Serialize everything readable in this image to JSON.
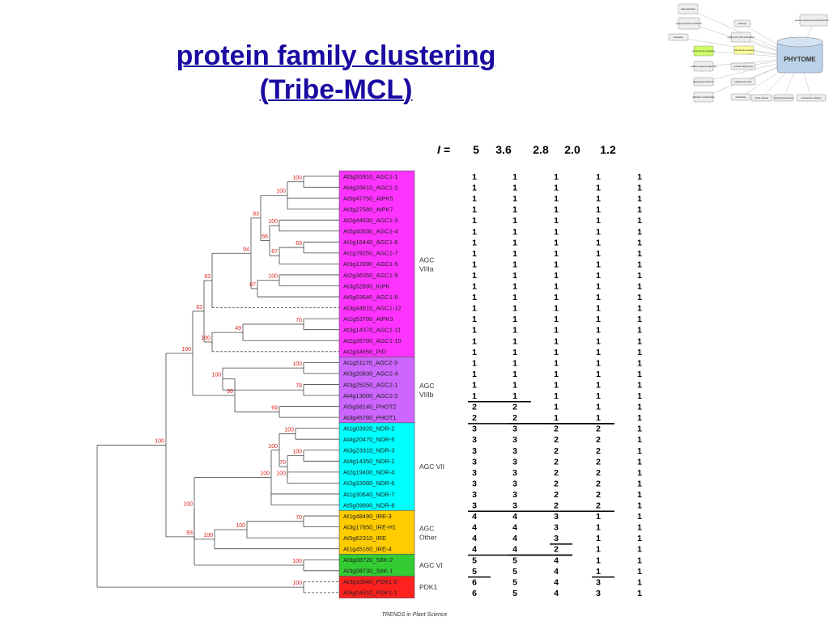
{
  "slide": {
    "title_line1": "protein family clustering",
    "title_line2": "(Tribe-MCL)"
  },
  "overview": {
    "center_label": "PHYTOME",
    "boxes": [
      "data acquisition",
      "protein sequence prediction",
      "annotation",
      "protein family clustering",
      "multiple sequence alignment",
      "phylogenetic inference",
      "definition of subfamilies",
      "orthologs",
      "superfamilies families",
      "multiple tree TMS information",
      "synthetic alignments",
      "phylogenetic trees",
      "subfamilies",
      "ortholog phylogenies",
      "species-species genomic/physical maps",
      "dn/ds analysis",
      "comparative mapping"
    ]
  },
  "tree": {
    "groups": [
      {
        "label": "AGC\nVIIIa",
        "color": "#ff33ff"
      },
      {
        "label": "AGC\nVIIIb",
        "color": "#cc66ff"
      },
      {
        "label": "AGC VII",
        "color": "#00ffff"
      },
      {
        "label": "AGC\nOther",
        "color": "#ffcc00"
      },
      {
        "label": "AGC VI",
        "color": "#33cc33"
      },
      {
        "label": "PDK1",
        "color": "#ff2020"
      }
    ],
    "leaves": [
      {
        "name": "At5g55910_AGC1-1",
        "g": 0
      },
      {
        "name": "At4g26610_AGC1-2",
        "g": 0
      },
      {
        "name": "At5g47750_AtPK5",
        "g": 0
      },
      {
        "name": "At3g27580_AtPK7",
        "g": 0
      },
      {
        "name": "At2g44830_AGC1-3",
        "g": 0
      },
      {
        "name": "At5g40030_AGC1-4",
        "g": 0
      },
      {
        "name": "At1g16440_AGC1-6",
        "g": 0
      },
      {
        "name": "At1g79250_AGC1-7",
        "g": 0
      },
      {
        "name": "At3g12690_AGC1-5",
        "g": 0
      },
      {
        "name": "At2g36350_AGC1-9",
        "g": 0
      },
      {
        "name": "At3g52890_KIPK",
        "g": 0
      },
      {
        "name": "At5g03640_AGC1-8",
        "g": 0
      },
      {
        "name": "At3g44610_AGC1-12",
        "g": 0
      },
      {
        "name": "At1g53700_AtPK3",
        "g": 0
      },
      {
        "name": "At3g14370_AGC1-11",
        "g": 0
      },
      {
        "name": "At2g26700_AGC1-10",
        "g": 0
      },
      {
        "name": "At2g34650_PID",
        "g": 0
      },
      {
        "name": "At1g51170_AGC2-3",
        "g": 1
      },
      {
        "name": "At3g20830_AGC2-4",
        "g": 1
      },
      {
        "name": "At3g25250_AGC2-1",
        "g": 1
      },
      {
        "name": "At4g13000_AGC2-2",
        "g": 1
      },
      {
        "name": "At5g58140_PHOT2",
        "g": 1
      },
      {
        "name": "At3g45780_PHOT1",
        "g": 1
      },
      {
        "name": "At1g03920_NDR-2",
        "g": 2
      },
      {
        "name": "At4g20470_NDR-5",
        "g": 2
      },
      {
        "name": "At3g23310_NDR-3",
        "g": 2
      },
      {
        "name": "At4g14350_NDR-1",
        "g": 2
      },
      {
        "name": "At2g19400_NDR-4",
        "g": 2
      },
      {
        "name": "At2g33080_NDR-6",
        "g": 2
      },
      {
        "name": "At1g30640_NDR-7",
        "g": 2
      },
      {
        "name": "At5g09890_NDR-8",
        "g": 2
      },
      {
        "name": "At1g48490_IRE-3",
        "g": 3
      },
      {
        "name": "At3g17850_IRE-H1",
        "g": 3
      },
      {
        "name": "At5g62310_IRE",
        "g": 3
      },
      {
        "name": "At1g45160_IRE-4",
        "g": 3
      },
      {
        "name": "At3g08720_S6K-2",
        "g": 4
      },
      {
        "name": "At3g08730_S6K-1",
        "g": 4
      },
      {
        "name": "At3g10540_PDK1-2",
        "g": 5
      },
      {
        "name": "At5g04510_PDK1-1",
        "g": 5
      }
    ],
    "bootstrap": [
      "100",
      "100",
      "83",
      "93",
      "94",
      "83",
      "100",
      "100",
      "66",
      "100",
      "87",
      "69",
      "87",
      "100",
      "100",
      "49",
      "70",
      "66",
      "100",
      "100",
      "78",
      "69",
      "93",
      "100",
      "100",
      "100",
      "100",
      "70",
      "100",
      "100",
      "100",
      "100",
      "70",
      "100",
      "100",
      "100"
    ],
    "source": "TRENDS in Plant Science"
  },
  "clusters": {
    "header_label": "I =",
    "inflations": [
      "5",
      "3.6",
      "2.8",
      "2.0",
      "1.2"
    ],
    "rows": [
      [
        "1",
        "1",
        "1",
        "1",
        "1"
      ],
      [
        "1",
        "1",
        "1",
        "1",
        "1"
      ],
      [
        "1",
        "1",
        "1",
        "1",
        "1"
      ],
      [
        "1",
        "1",
        "1",
        "1",
        "1"
      ],
      [
        "1",
        "1",
        "1",
        "1",
        "1"
      ],
      [
        "1",
        "1",
        "1",
        "1",
        "1"
      ],
      [
        "1",
        "1",
        "1",
        "1",
        "1"
      ],
      [
        "1",
        "1",
        "1",
        "1",
        "1"
      ],
      [
        "1",
        "1",
        "1",
        "1",
        "1"
      ],
      [
        "1",
        "1",
        "1",
        "1",
        "1"
      ],
      [
        "1",
        "1",
        "1",
        "1",
        "1"
      ],
      [
        "1",
        "1",
        "1",
        "1",
        "1"
      ],
      [
        "1",
        "1",
        "1",
        "1",
        "1"
      ],
      [
        "1",
        "1",
        "1",
        "1",
        "1"
      ],
      [
        "1",
        "1",
        "1",
        "1",
        "1"
      ],
      [
        "1",
        "1",
        "1",
        "1",
        "1"
      ],
      [
        "1",
        "1",
        "1",
        "1",
        "1"
      ],
      [
        "1",
        "1",
        "1",
        "1",
        "1"
      ],
      [
        "1",
        "1",
        "1",
        "1",
        "1"
      ],
      [
        "1",
        "1",
        "1",
        "1",
        "1"
      ],
      [
        "1",
        "1",
        "1",
        "1",
        "1"
      ],
      [
        "2",
        "2",
        "1",
        "1",
        "1"
      ],
      [
        "2",
        "2",
        "1",
        "1",
        "1"
      ],
      [
        "3",
        "3",
        "2",
        "2",
        "1"
      ],
      [
        "3",
        "3",
        "2",
        "2",
        "1"
      ],
      [
        "3",
        "3",
        "2",
        "2",
        "1"
      ],
      [
        "3",
        "3",
        "2",
        "2",
        "1"
      ],
      [
        "3",
        "3",
        "2",
        "2",
        "1"
      ],
      [
        "3",
        "3",
        "2",
        "2",
        "1"
      ],
      [
        "3",
        "3",
        "2",
        "2",
        "1"
      ],
      [
        "3",
        "3",
        "2",
        "2",
        "1"
      ],
      [
        "4",
        "4",
        "3",
        "1",
        "1"
      ],
      [
        "4",
        "4",
        "3",
        "1",
        "1"
      ],
      [
        "4",
        "4",
        "3",
        "1",
        "1"
      ],
      [
        "4",
        "4",
        "2",
        "1",
        "1"
      ],
      [
        "5",
        "5",
        "4",
        "1",
        "1"
      ],
      [
        "5",
        "5",
        "4",
        "1",
        "1"
      ],
      [
        "6",
        "5",
        "4",
        "3",
        "1"
      ],
      [
        "6",
        "5",
        "4",
        "3",
        "1"
      ]
    ]
  }
}
